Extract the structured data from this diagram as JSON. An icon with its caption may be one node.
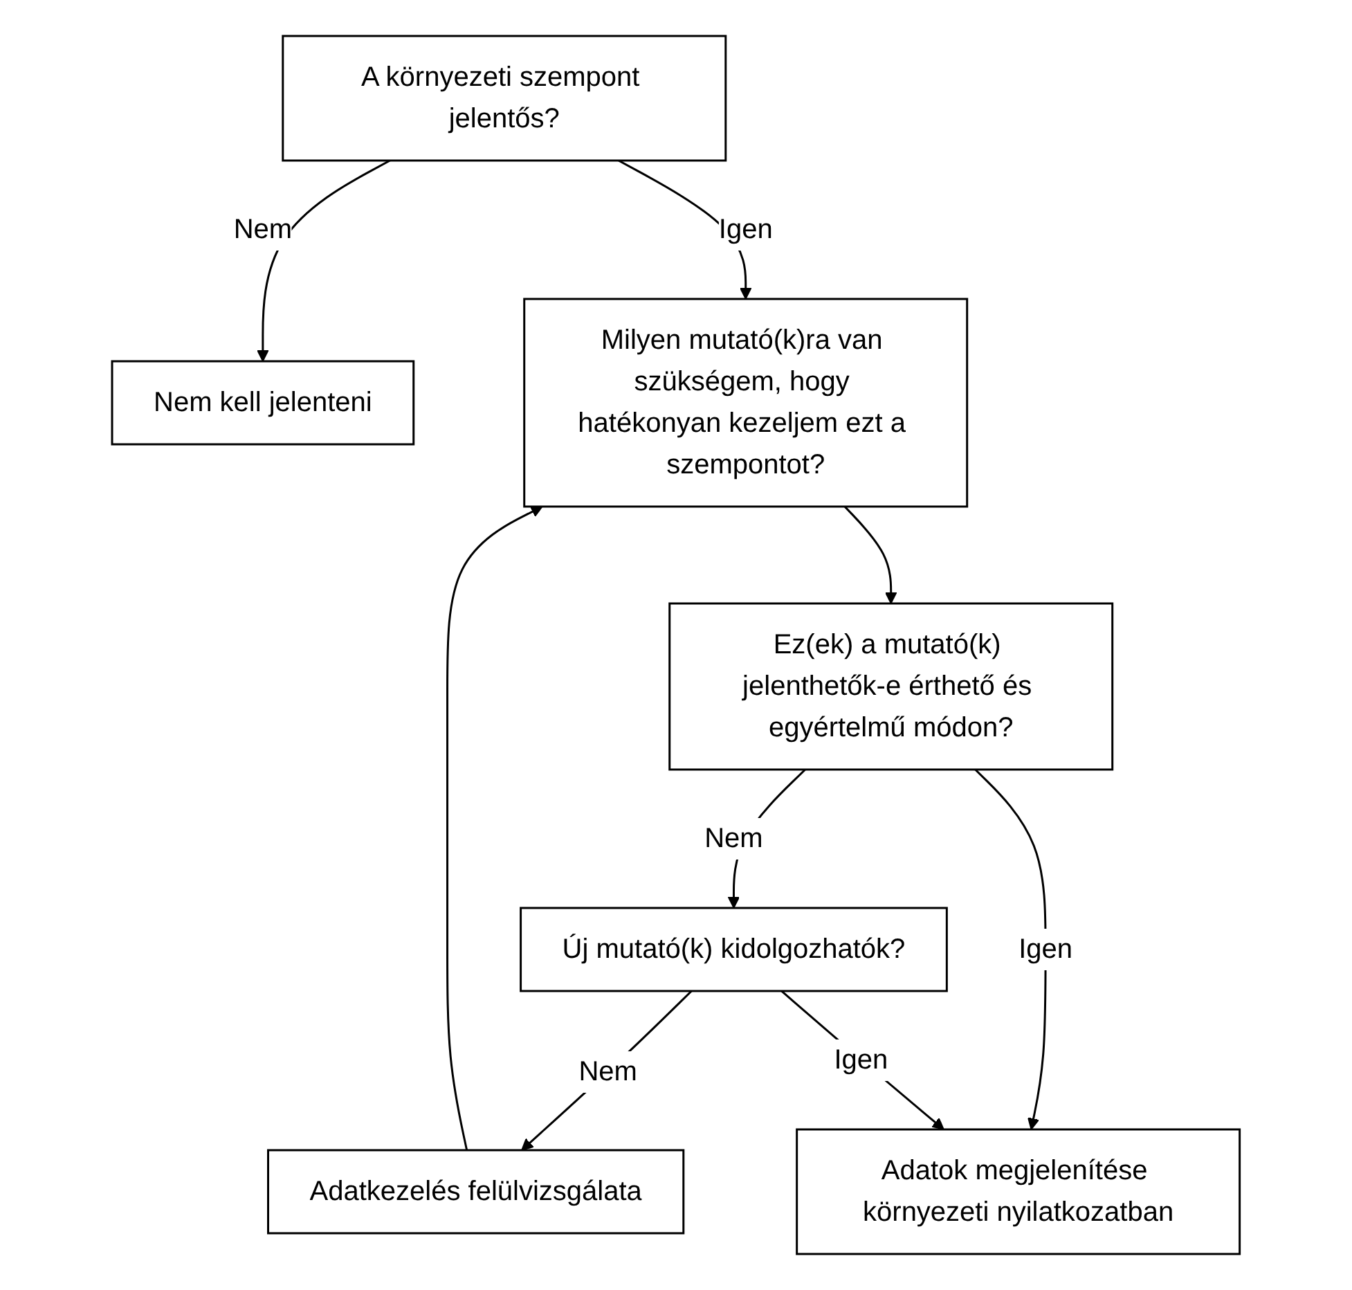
{
  "diagram": {
    "nodes": [
      {
        "text": [
          "A környezeti szempont jelentős?"
        ]
      },
      {
        "text": [
          "Nem kell jelenteni"
        ]
      },
      {
        "text": [
          "Milyen mutató(k)ra van szükségem, hogy hatékonyan kezeljem ezt a szempontot?"
        ]
      },
      {
        "text": [
          "Adatkezelés felülvizsgálata"
        ]
      },
      {
        "text": [
          "Ez(ek) a mutató(k) jelenthetők-e érthető és egyértelmű módon?"
        ]
      },
      {
        "text": [
          "Új mutató(k) kidolgozhatók?"
        ]
      },
      {
        "text": [
          "Adatok megjelenítése környezeti nyilatkozatban"
        ]
      }
    ],
    "edges": [
      {
        "from": 0,
        "to": 1,
        "arrow": "to",
        "label": "Nem"
      },
      {
        "from": 0,
        "to": 2,
        "arrow": "to",
        "label": "Igen"
      },
      {
        "from": 3,
        "to": 2,
        "arrow": "to"
      },
      {
        "from": 2,
        "to": 4,
        "arrow": "to"
      },
      {
        "from": 4,
        "to": 5,
        "arrow": "to",
        "label": "Nem"
      },
      {
        "from": 5,
        "to": 3,
        "arrow": "to",
        "label": "Nem"
      },
      {
        "from": 4,
        "to": 6,
        "arrow": "to",
        "label": "Igen"
      },
      {
        "from": 5,
        "to": 6,
        "arrow": "to",
        "label": "Igen"
      }
    ]
  }
}
